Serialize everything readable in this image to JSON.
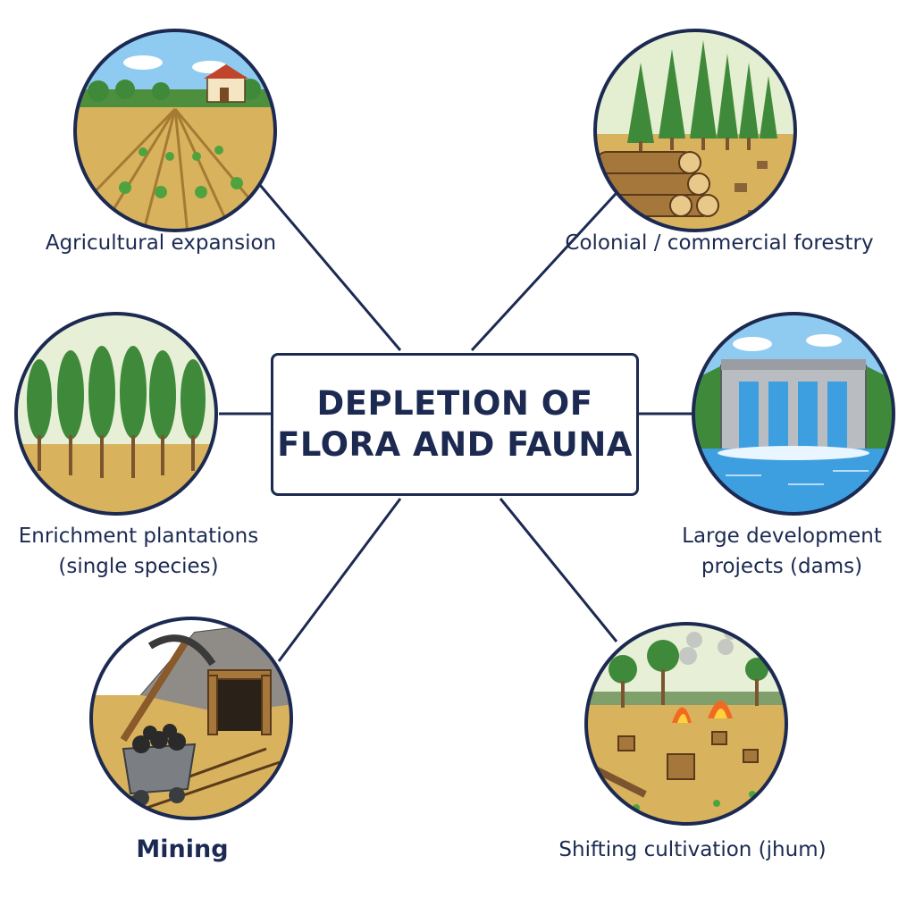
{
  "center": {
    "line1": "DEPLETION OF",
    "line2": "FLORA AND FAUNA"
  },
  "nodes": [
    {
      "id": "agriculture",
      "lines": [
        "Agricultural expansion"
      ],
      "icon": "farm-field-icon"
    },
    {
      "id": "forestry",
      "lines": [
        "Colonial / commercial forestry"
      ],
      "icon": "logged-forest-icon"
    },
    {
      "id": "plantations",
      "lines": [
        "Enrichment plantations",
        "(single species)"
      ],
      "icon": "tree-plantation-icon"
    },
    {
      "id": "dams",
      "lines": [
        "Large development",
        "projects (dams)"
      ],
      "icon": "dam-icon"
    },
    {
      "id": "mining",
      "lines": [
        "Mining"
      ],
      "icon": "mine-cart-icon"
    },
    {
      "id": "jhum",
      "lines": [
        "Shifting cultivation (jhum)"
      ],
      "icon": "slash-and-burn-icon"
    }
  ],
  "colors": {
    "outline": "#1c2a52",
    "sky": "#8fcbf0",
    "soil": "#d9b25e",
    "tree": "#3f8a3a",
    "water": "#3e9fe0"
  }
}
